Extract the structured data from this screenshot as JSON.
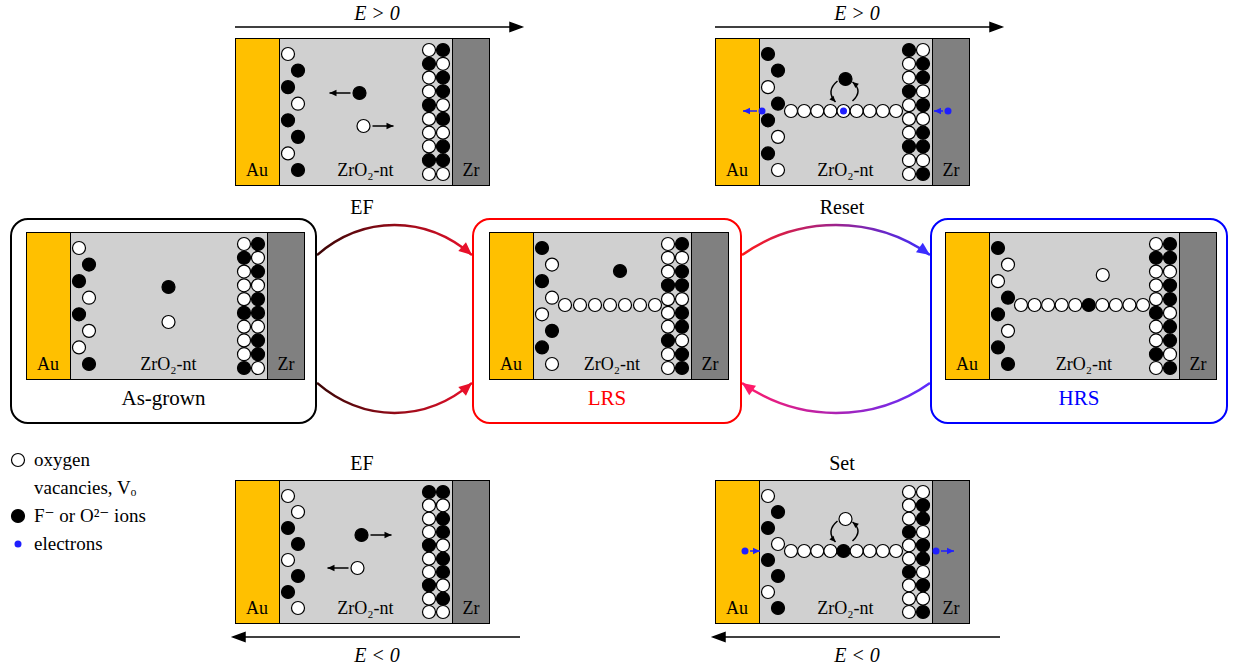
{
  "diagram": {
    "nodes": [
      {
        "text": [
          "Au",
          "ZrO₂-nt",
          "Zr"
        ]
      },
      {
        "text": [
          "Au",
          "ZrO₂-nt",
          "Zr"
        ]
      },
      {
        "text": [
          "As-grown"
        ]
      },
      {
        "text": [
          "Au",
          "ZrO₂-nt",
          "Zr"
        ],
        "in": 2
      },
      {
        "text": [
          "LRS"
        ]
      },
      {
        "text": [
          "Au",
          "ZrO₂-nt",
          "Zr"
        ],
        "in": 4
      },
      {
        "text": [
          "HRS"
        ]
      },
      {
        "text": [
          "Au",
          "ZrO₂-nt",
          "Zr"
        ],
        "in": 6
      },
      {
        "text": [
          "Au",
          "ZrO₂-nt",
          "Zr"
        ]
      },
      {
        "text": [
          "Au",
          "ZrO₂-nt",
          "Zr"
        ]
      }
    ],
    "edges": [
      {
        "from": 2,
        "to": 4,
        "arrow": "to",
        "label": "EF"
      },
      {
        "from": 2,
        "to": 4,
        "arrow": "to",
        "label": "EF"
      },
      {
        "from": 4,
        "to": 6,
        "arrow": "to",
        "label": "Reset"
      },
      {
        "from": 6,
        "to": 4,
        "arrow": "to",
        "label": "Set"
      }
    ],
    "labels": [
      "E > 0",
      "E > 0",
      "E < 0",
      "E < 0"
    ],
    "legend": [
      {
        "text": "oxygen vacancies, Vₒ"
      },
      {
        "text": "F⁻ or O²⁻ ions"
      },
      {
        "text": "electrons"
      }
    ]
  }
}
